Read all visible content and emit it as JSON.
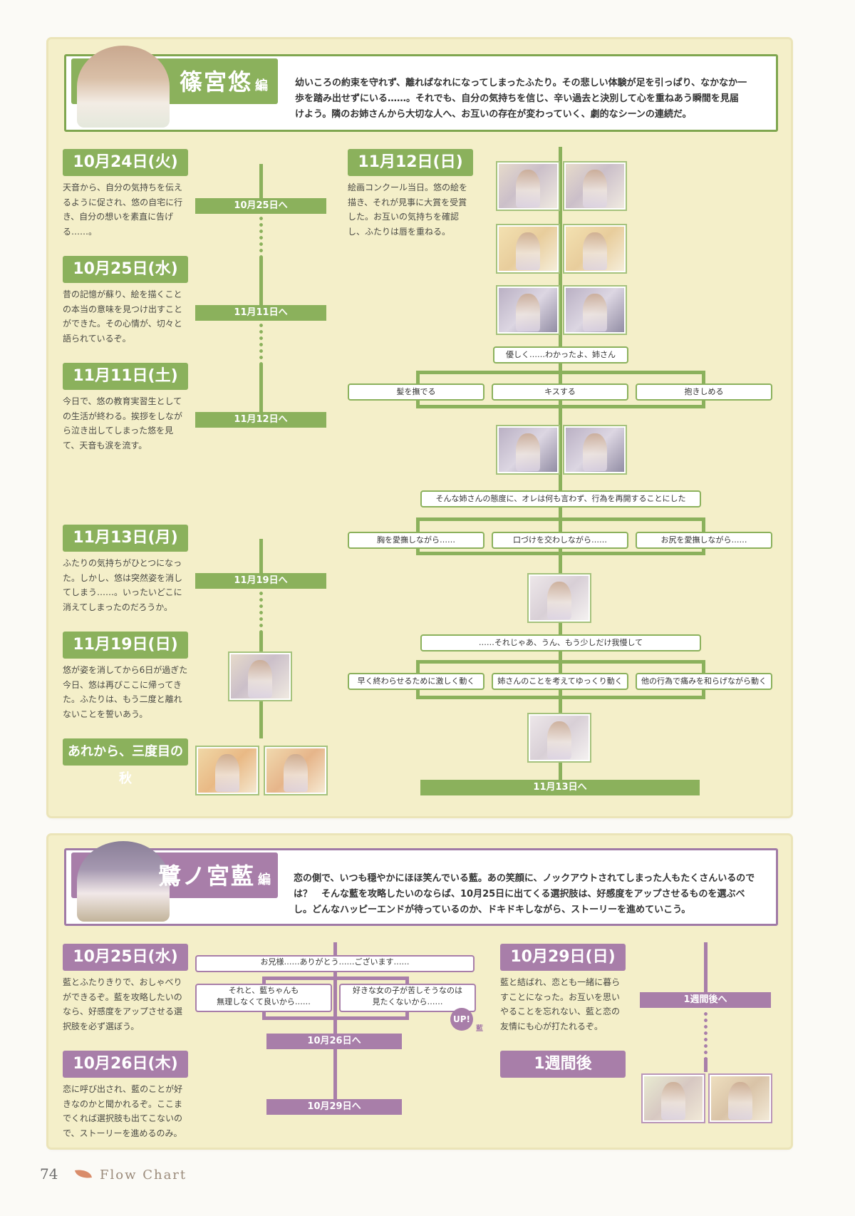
{
  "green": {
    "title": "篠宮悠",
    "title_suffix": "編",
    "intro": [
      "幼いころの約束を守れず、離ればなれになってしまったふたり。その悲しい体験が足を引っぱり、なかなか一",
      "歩を踏み出せずにいる……。それでも、自分の気持ちを信じ、辛い過去と決別して心を重ねあう瞬間を見届",
      "けよう。隣のお姉さんから大切な人へ、お互いの存在が変わっていく、劇的なシーンの連続だ。"
    ],
    "dates": [
      {
        "label": "10月24日(火)",
        "desc": "天音から、自分の気持ちを伝えるように促され、悠の自宅に行き、自分の想いを素直に告げる……。",
        "jump": "10月25日へ"
      },
      {
        "label": "10月25日(水)",
        "desc": "昔の記憶が蘇り、絵を描くことの本当の意味を見つけ出すことができた。その心情が、切々と語られているぞ。",
        "jump": "11月11日へ"
      },
      {
        "label": "11月11日(土)",
        "desc": "今日で、悠の教育実習生としての生活が終わる。挨拶をしながら泣き出してしまった悠を見て、天音も涙を流す。",
        "jump": "11月12日へ"
      },
      {
        "label": "11月13日(月)",
        "desc": "ふたりの気持ちがひとつになった。しかし、悠は突然姿を消してしまう……。いったいどこに消えてしまったのだろうか。",
        "jump": "11月19日へ"
      },
      {
        "label": "11月19日(日)",
        "desc": "悠が姿を消してから6日が過ぎた今日、悠は再びここに帰ってきた。ふたりは、もう二度と離れないことを誓いあう。"
      }
    ],
    "epilogue": "あれから、三度目の秋",
    "main_date": {
      "label": "11月12日(日)",
      "desc": "絵画コンクール当日。悠の絵を描き、それが見事に大賞を受賞した。お互いの気持ちを確認し、ふたりは唇を重ねる。"
    },
    "line1": "優しく……わかったよ、姉さん",
    "choices1": [
      "髪を撫でる",
      "キスする",
      "抱きしめる"
    ],
    "line2": "そんな姉さんの態度に、オレは何も言わず、行為を再開することにした",
    "choices2": [
      "胸を愛撫しながら……",
      "口づけを交わしながら……",
      "お尻を愛撫しながら……"
    ],
    "line3": "……それじゃあ、うん、もう少しだけ我慢して",
    "choices3": [
      "早く終わらせるために激しく動く",
      "姉さんのことを考えてゆっくり動く",
      "他の行為で痛みを和らげながら動く"
    ],
    "end_jump": "11月13日へ"
  },
  "purple": {
    "title": "鷺ノ宮藍",
    "title_suffix": "編",
    "intro": [
      "恋の側で、いつも穏やかにほほ笑んでいる藍。あの笑顔に、ノックアウトされてしまった人もたくさんいるので",
      "は？　そんな藍を攻略したいのならば、10月25日に出てくる選択肢は、好感度をアップさせるものを選ぶべ",
      "し。どんなハッピーエンドが待っているのか、ドキドキしながら、ストーリーを進めていこう。"
    ],
    "dates": [
      {
        "label": "10月25日(水)",
        "desc": "藍とふたりきりで、おしゃべりができるぞ。藍を攻略したいのなら、好感度をアップさせる選択肢を必ず選ぼう。"
      },
      {
        "label": "10月26日(木)",
        "desc": "恋に呼び出され、藍のことが好きなのかと聞かれるぞ。ここまでくれば選択肢も出てこないので、ストーリーを進めるのみ。"
      },
      {
        "label": "10月29日(日)",
        "desc": "藍と結ばれ、恋とも一緒に暮らすことになった。お互いを思いやることを忘れない、藍と恋の友情にも心が打たれるぞ。"
      }
    ],
    "line1": "お兄様……ありがとう……ございます……",
    "choice_a": [
      "それと、藍ちゃんも",
      "無理しなくて良いから……"
    ],
    "choice_b": [
      "好きな女の子が苦しそうなのは",
      "見たくないから……"
    ],
    "up_badge": "UP!",
    "up_note": "藍",
    "jump1": "10月26日へ",
    "jump2": "10月29日へ",
    "week_jump": "1週間後へ",
    "week_box": "1週間後"
  },
  "footer": {
    "page": "74",
    "title": "Flow Chart"
  }
}
